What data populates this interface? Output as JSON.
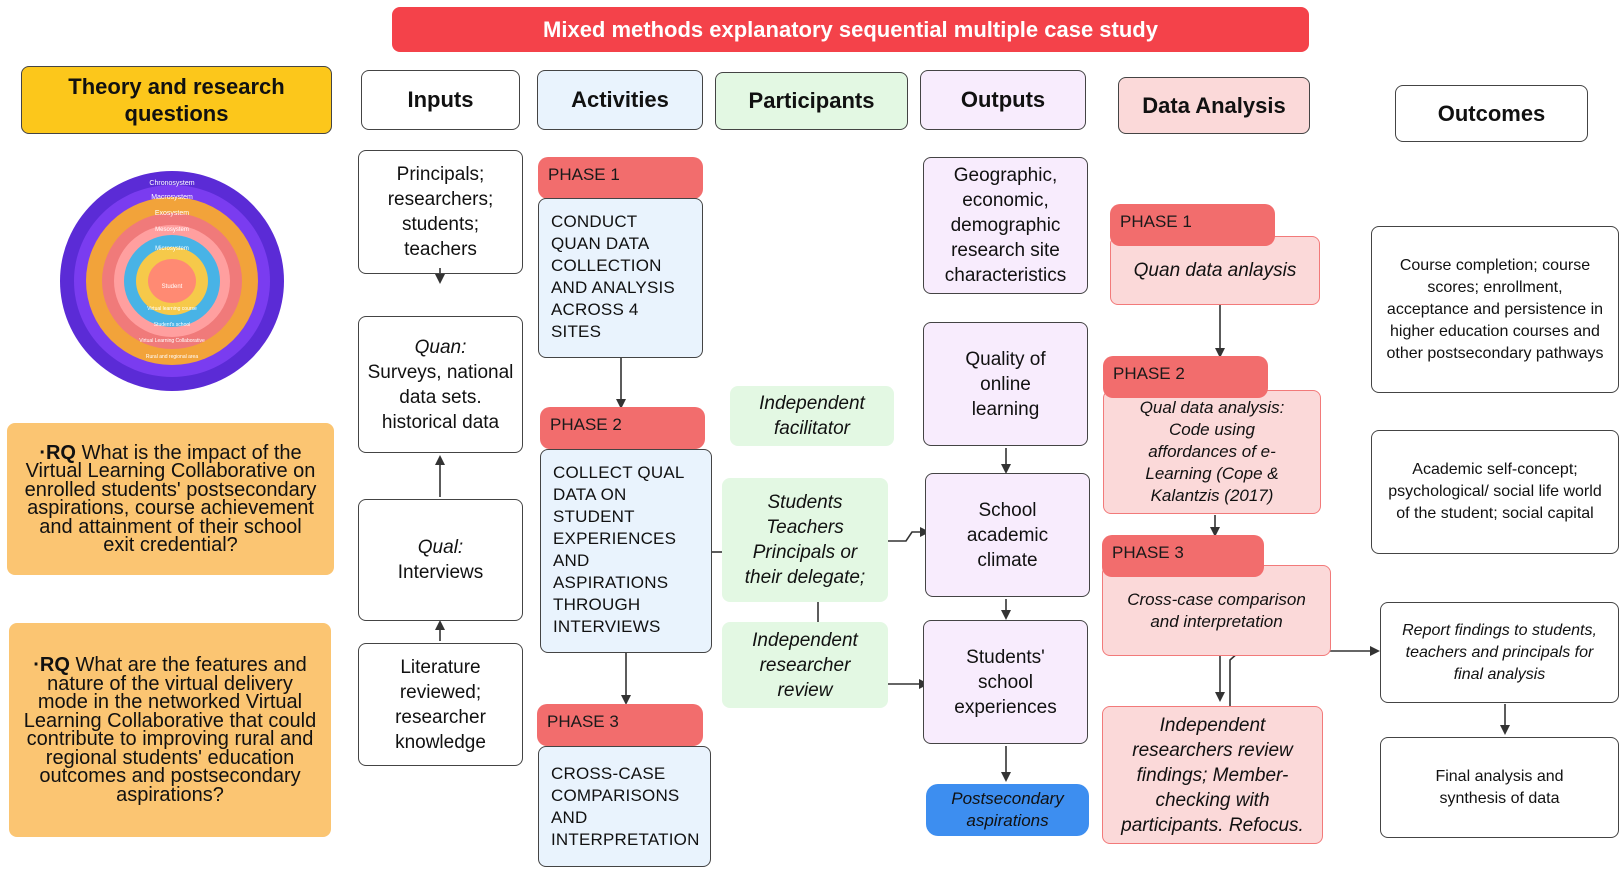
{
  "title": "Mixed methods explanatory sequential multiple case study",
  "headers": {
    "theory": "Theory and research questions",
    "inputs": "Inputs",
    "activities": "Activities",
    "participants": "Participants",
    "outputs": "Outputs",
    "analysis": "Data Analysis",
    "outcomes": "Outcomes"
  },
  "model_rings": [
    "Chronosystem",
    "Macrosystem",
    "Exosystem",
    "Mesosystem",
    "Microsystem",
    "Student",
    "Virtual learning course",
    "Student's school",
    "Virtual Learning Collaborative",
    "Rural and regional area"
  ],
  "rq1": {
    "prefix": "·RQ",
    "text": "What is the impact of the Virtual Learning Collaborative on enrolled students' postsecondary aspirations, course achievement and attainment of their school exit credential?"
  },
  "rq2": {
    "prefix": "·RQ",
    "text": "What are the features and nature of the virtual delivery mode in the networked Virtual Learning Collaborative that could contribute to improving rural and regional students' education outcomes and postsecondary aspirations?"
  },
  "inputs": {
    "people": "Principals; researchers; students; teachers",
    "quan_label": "Quan:",
    "quan_text": "Surveys, national data sets. historical data",
    "qual_label": "Qual:",
    "qual_text": "Interviews",
    "literature": "Literature reviewed; researcher knowledge"
  },
  "activities": {
    "phase1": "PHASE 1",
    "phase1_text": "CONDUCT QUAN DATA COLLECTION AND ANALYSIS ACROSS 4 SITES",
    "phase2": "PHASE 2",
    "phase2_text": "COLLECT QUAL DATA ON STUDENT EXPERIENCES AND ASPIRATIONS THROUGH INTERVIEWS",
    "phase3": "PHASE 3",
    "phase3_text": "CROSS-CASE COMPARISONS AND INTERPRETATION"
  },
  "participants": {
    "facilitator": "Independent facilitator",
    "group": "Students Teachers Principals or their delegate;",
    "review": "Independent researcher review"
  },
  "outputs": {
    "site": "Geographic, economic, demographic research site characteristics",
    "quality": "Quality of online learning",
    "climate": "School academic climate",
    "experiences": "Students' school experiences",
    "aspirations": "Postsecondary aspirations"
  },
  "analysis": {
    "phase1": "PHASE 1",
    "phase1_text": "Quan data anlaysis",
    "phase2": "PHASE 2",
    "phase2_text": "Qual data analysis: Code using affordances of e-Learning (Cope & Kalantzis (2017)",
    "phase3": "PHASE 3",
    "phase3_text": "Cross-case comparison and interpretation",
    "review": "Independent researchers review findings; Member-checking with participants. Refocus."
  },
  "outcomes": {
    "completion": "Course completion; course scores; enrollment, acceptance and persistence in higher education courses and other postsecondary pathways",
    "self_concept": "Academic self-concept; psychological/ social life world of the student; social capital",
    "report": "Report findings to students, teachers and principals for final analysis",
    "final": "Final analysis and synthesis of data"
  },
  "colors": {
    "title_red": "#f4424a",
    "header_yellow": "#fcc71b",
    "activities_blue": "#e9f3fd",
    "participants_green": "#e3f8e3",
    "outputs_purple": "#f8ecfd",
    "analysis_pink": "#fbd9d9",
    "phase_red": "#f26d6d",
    "rq_orange": "#fbc572",
    "aspirations_blue": "#3d8ef0"
  }
}
